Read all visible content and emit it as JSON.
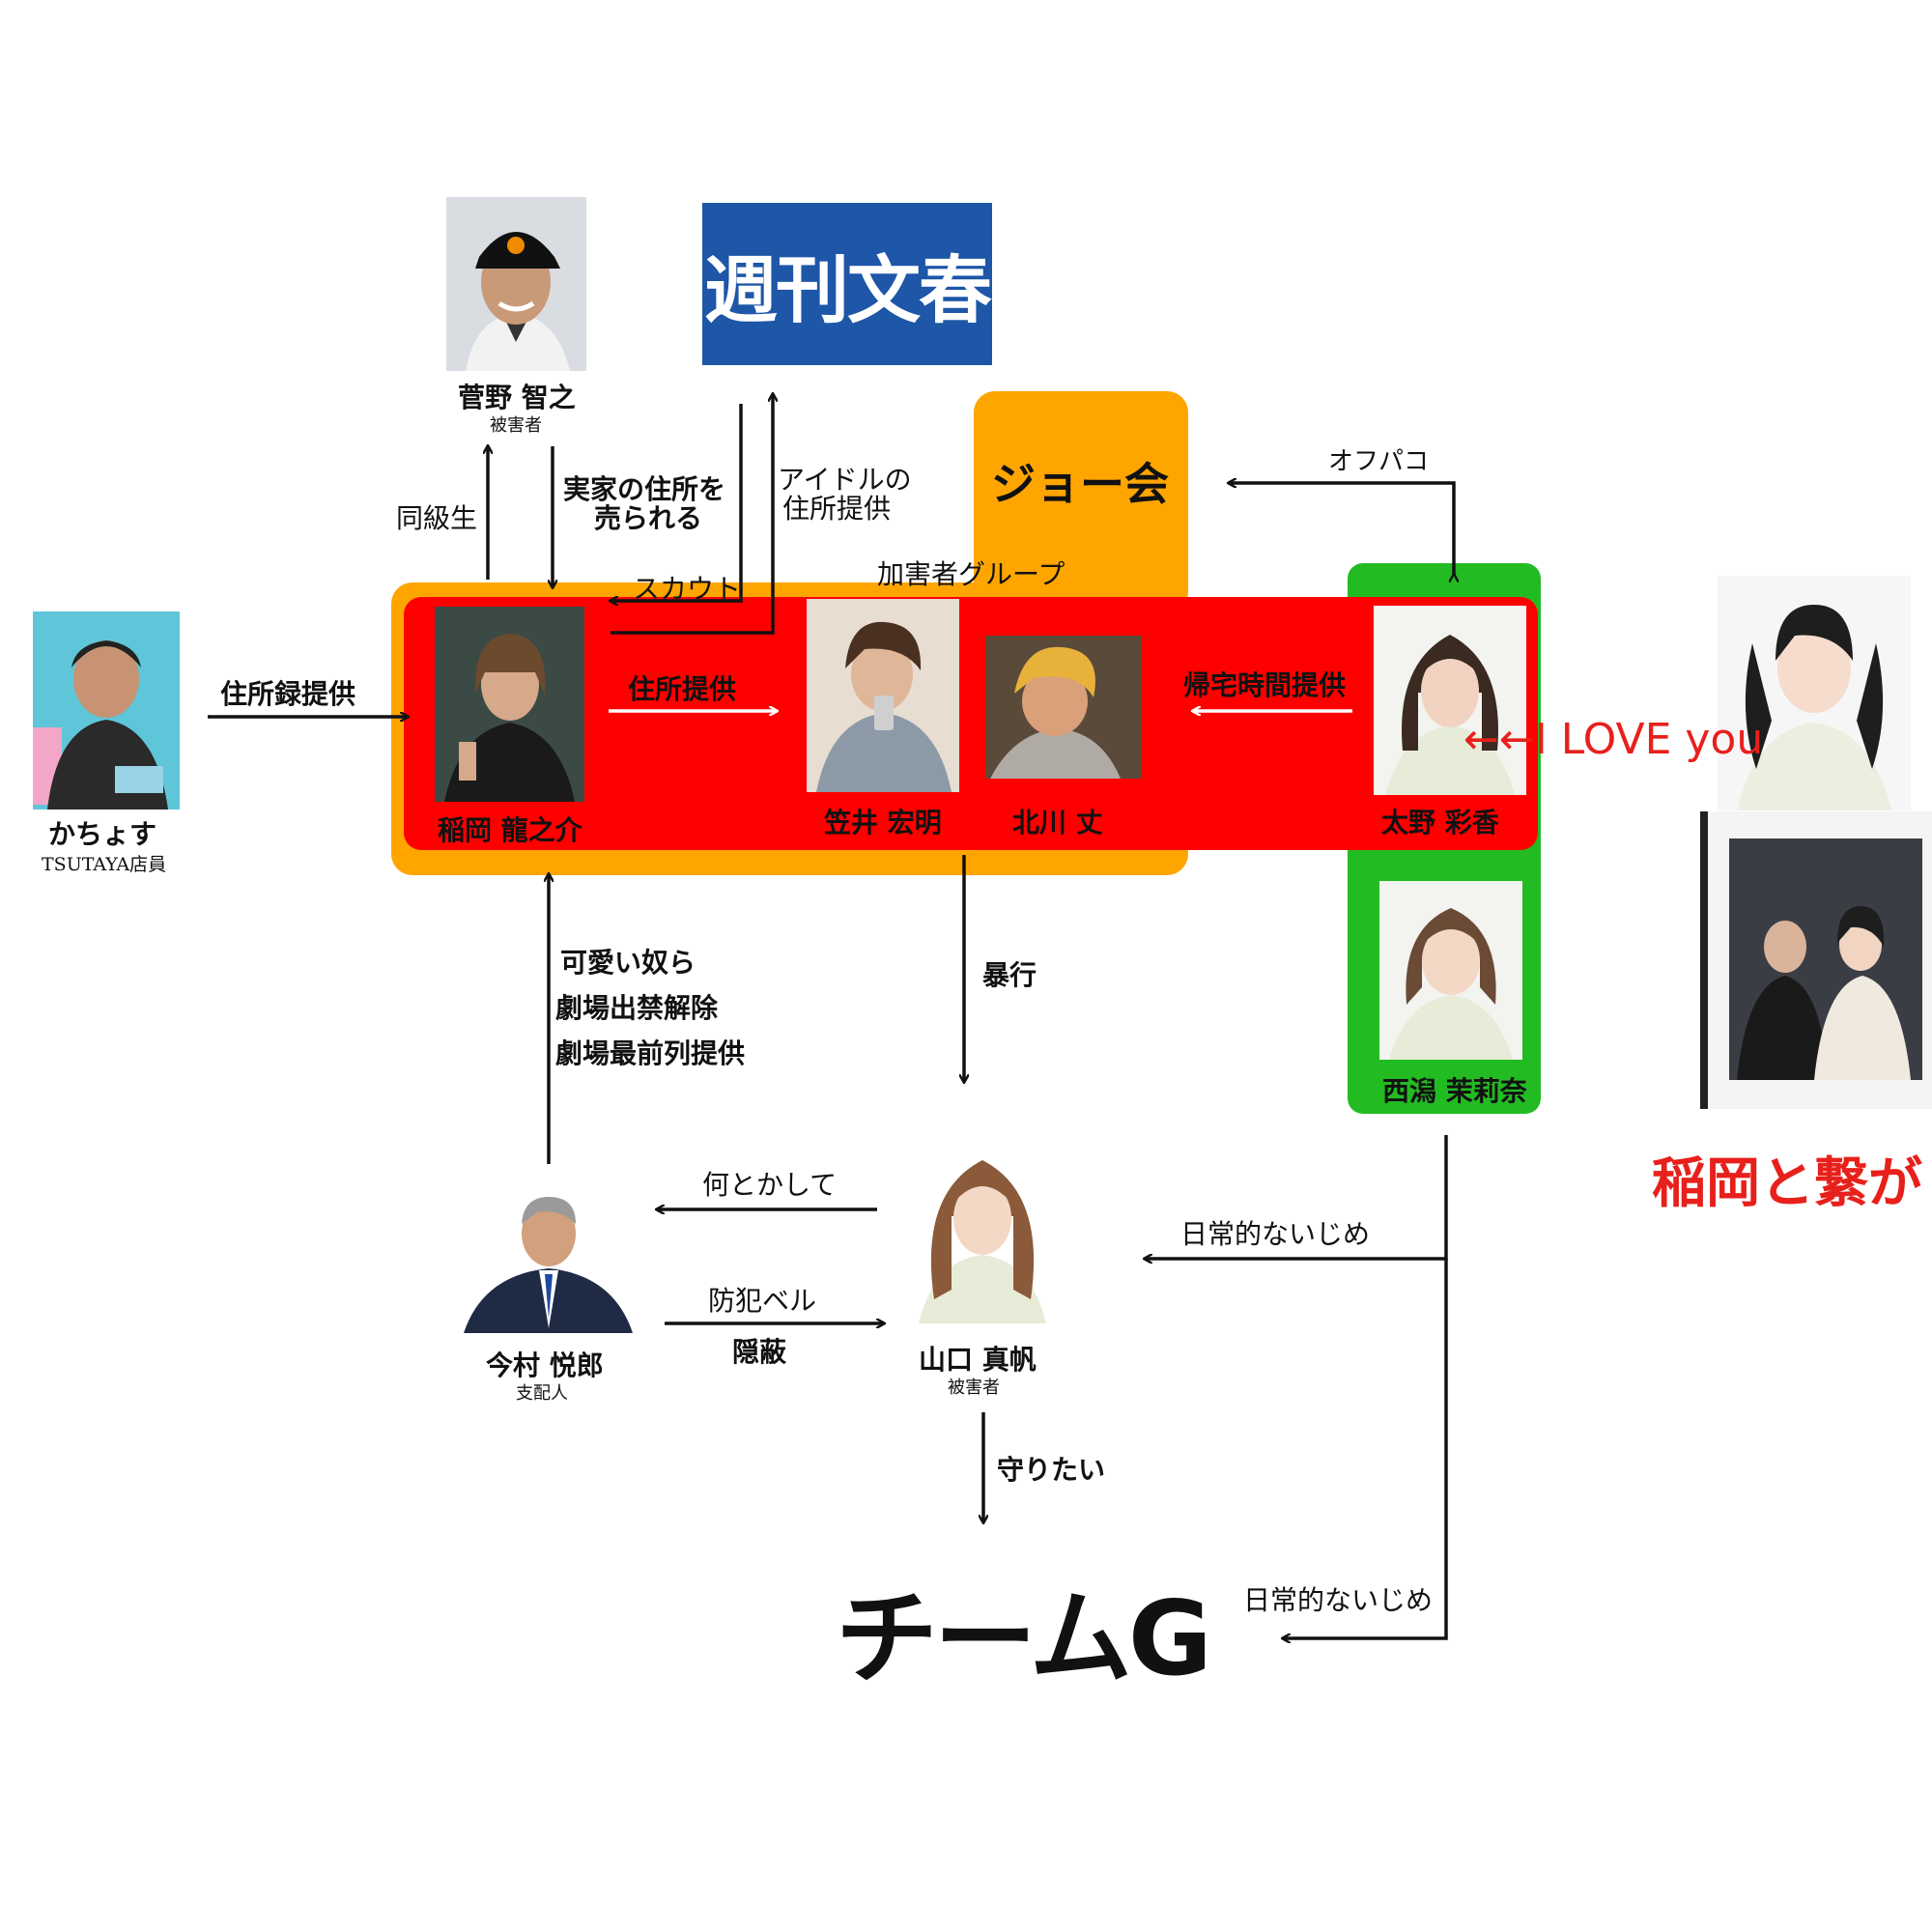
{
  "colors": {
    "orange": "#ffa500",
    "red": "#ff0000",
    "green": "#22bb22",
    "bunshun_blue": "#1e56a8",
    "love_red": "#e8201c"
  },
  "logo": {
    "text": "週刊文春"
  },
  "groups": {
    "joe_kai": "ジョー会",
    "perpetrators": "加害者グループ",
    "team_g": "チームG"
  },
  "people": {
    "sugano": {
      "name": "菅野 智之",
      "role": "被害者",
      "icon": "baseball-player-photo"
    },
    "kachoyasu": {
      "name": "かちょす",
      "role": "TSUTAYA店員",
      "icon": "man-photo"
    },
    "inaoka": {
      "name": "稲岡 龍之介",
      "icon": "man-photo"
    },
    "kasai": {
      "name": "笠井 宏明",
      "icon": "man-photo"
    },
    "kitagawa": {
      "name": "北川 丈",
      "icon": "man-photo"
    },
    "ono": {
      "name": "太野 彩香",
      "icon": "idol-photo"
    },
    "nishigata": {
      "name": "西潟 茉莉奈",
      "icon": "idol-photo"
    },
    "imamura": {
      "name": "今村 悦郎",
      "role": "支配人",
      "icon": "businessman-photo"
    },
    "yamaguchi": {
      "name": "山口 真帆",
      "role": "被害者",
      "icon": "idol-photo"
    }
  },
  "edges": {
    "classmate": "同級生",
    "sold_address": [
      "実家の住所を",
      "売られる"
    ],
    "idol_address": [
      "アイドルの",
      "住所提供"
    ],
    "scout": "スカウト",
    "offpako": "オフパコ",
    "address_book": "住所録提供",
    "address_provide": "住所提供",
    "return_time": "帰宅時間提供",
    "favors": [
      "可愛い奴ら",
      "劇場出禁解除",
      "劇場最前列提供"
    ],
    "violence": "暴行",
    "somehow": "何とかして",
    "crime_bell": "防犯ベル",
    "cover_up": "隠蔽",
    "want_protect": "守りたい",
    "bullying_1": "日常的ないじめ",
    "bullying_2": "日常的ないじめ"
  },
  "annotations": {
    "i_love_you": "←←I LOVE you",
    "connected": "稲岡と繋が"
  }
}
